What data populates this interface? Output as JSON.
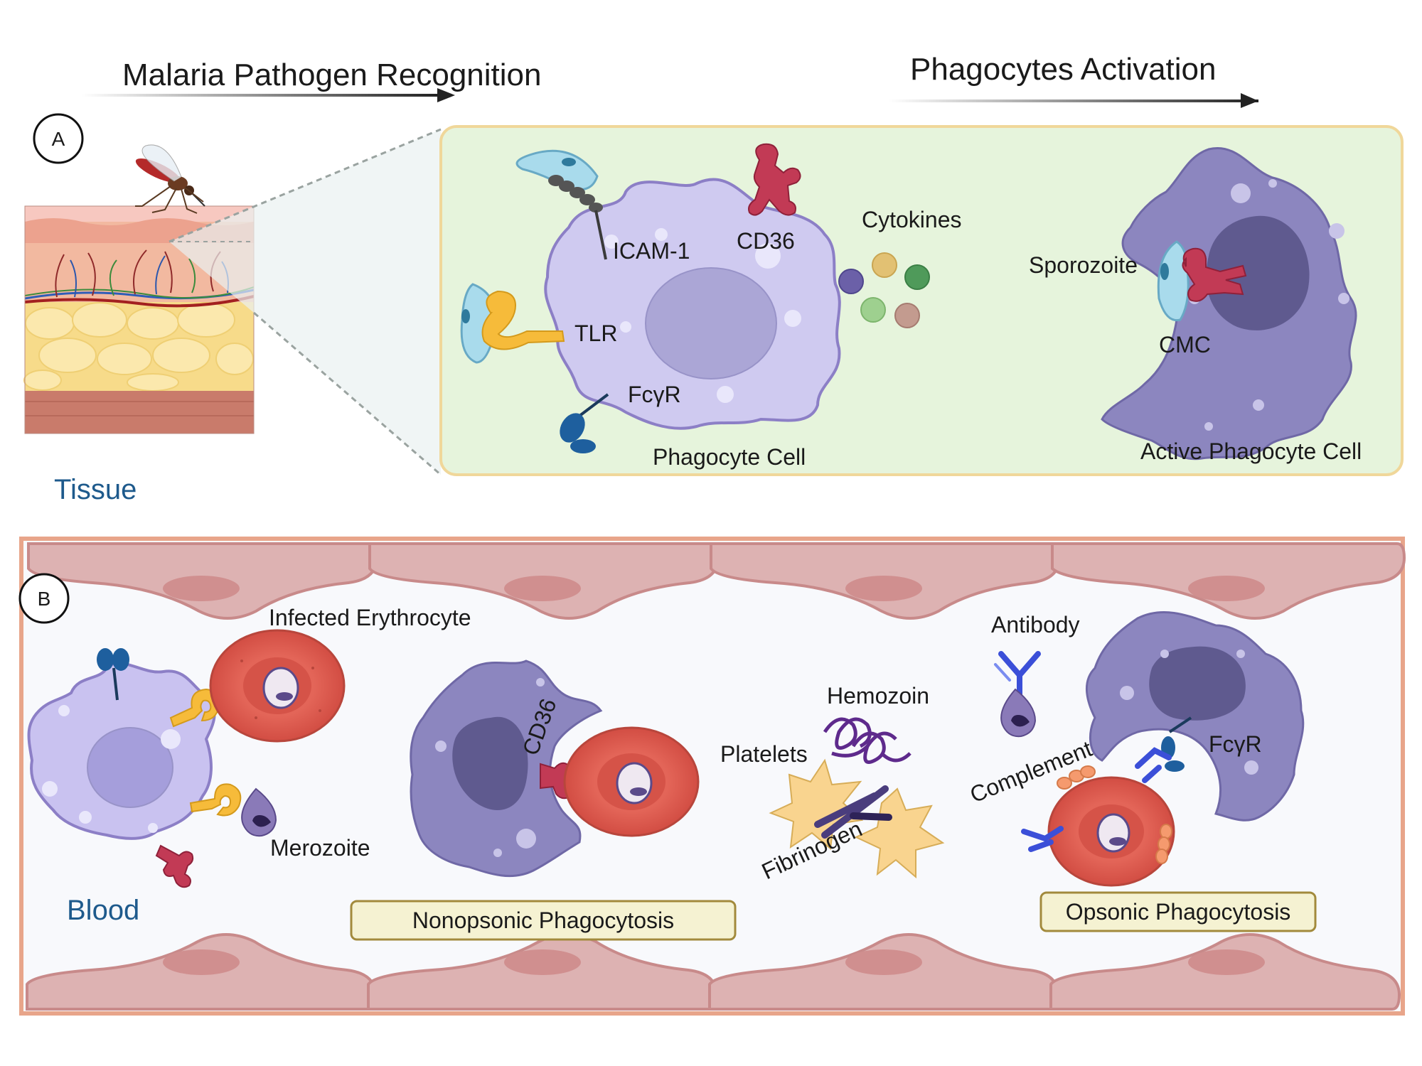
{
  "panel_a": {
    "letter": "A",
    "arrow_left_title": "Malaria Pathogen Recognition",
    "arrow_right_title": "Phagocytes Activation",
    "tissue_label": "Tissue",
    "labels": {
      "icam": "ICAM-1",
      "cd36": "CD36",
      "tlr": "TLR",
      "fcyr": "FcγR",
      "phagocyte": "Phagocyte Cell",
      "cytokines": "Cytokines",
      "sporozoite": "Sporozoite",
      "cmc": "CMC",
      "active_phagocyte": "Active Phagocyte Cell"
    }
  },
  "panel_b": {
    "letter": "B",
    "blood_label": "Blood",
    "labels": {
      "infected_erythrocyte": "Infected Erythrocyte",
      "merozoite": "Merozoite",
      "cd36": "CD36",
      "hemozoin": "Hemozoin",
      "platelets": "Platelets",
      "fibrinogen": "Fibrinogen",
      "antibody": "Antibody",
      "fcyr": "FcγR",
      "complement": "Complement"
    },
    "nonopsonic_box": "Nonopsonic Phagocytosis",
    "opsonic_box": "Opsonic Phagocytosis"
  },
  "colors": {
    "panel_a_bg": "#e6f4dc",
    "panel_a_border": "#f0d79a",
    "panel_b_border": "#e8a58a",
    "vessel_cell": "#ddb2b2",
    "phagocyte_light": "#cfcaf0",
    "phagocyte_dark": "#8c86bf",
    "erythrocyte": "#e36558",
    "receptor_cd36": "#c23a55",
    "receptor_tlr": "#f6bb3a",
    "receptor_fc": "#1e5f9e",
    "antibody": "#3b4fd8",
    "label_blue": "#1e5a8c"
  }
}
